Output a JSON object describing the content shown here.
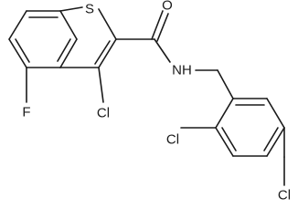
{
  "atoms": {
    "sulfur": "S",
    "oxygen": "O",
    "amide_nitrogen": "NH",
    "chlorine_thiophene": "Cl",
    "fluorine": "F",
    "chlorine_ortho": "Cl",
    "chlorine_para": "Cl"
  }
}
